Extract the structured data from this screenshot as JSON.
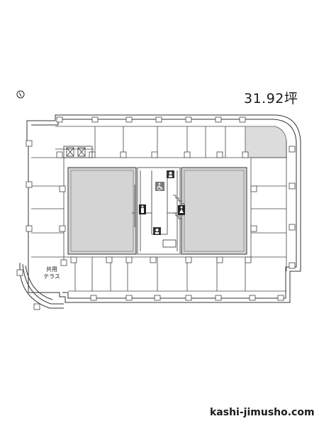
{
  "floor_area": "31.92坪",
  "terrace_label_line1": "共用",
  "terrace_label_line2": "テラス",
  "site_url": "kashi-jimusho.com",
  "icons": {
    "compass": "north-arrow-icon",
    "accessible": "wheelchair-icon",
    "restroom_male": "male-restroom-icon",
    "restroom_female": "female-restroom-icon",
    "nursing": "nursing-room-icon"
  },
  "colors": {
    "office_fill": "#d4d4d4",
    "highlight_fill": "#dcdcdc",
    "line": "#333333",
    "icon_bg": "#7a7a7a"
  }
}
